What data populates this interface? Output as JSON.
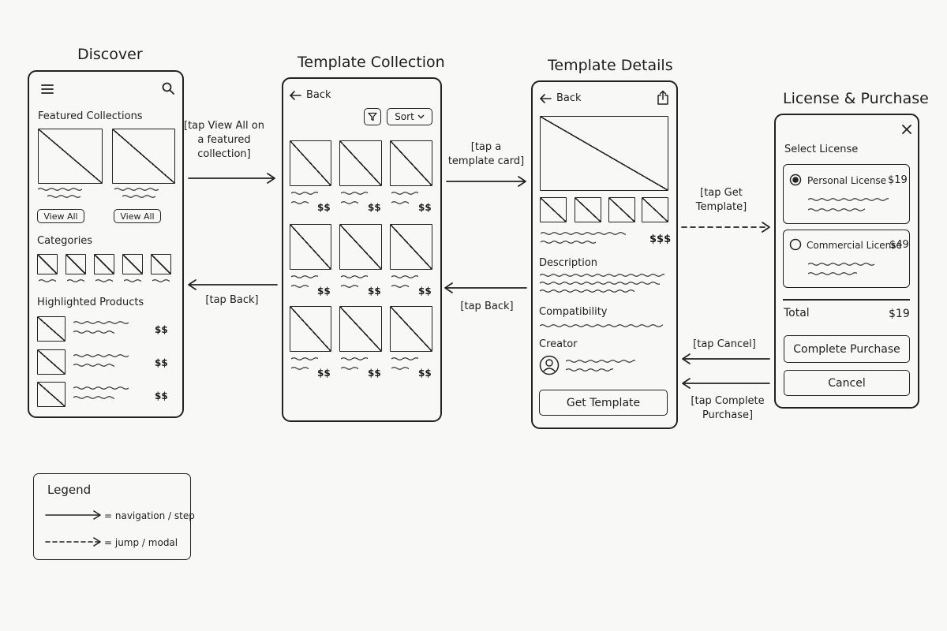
{
  "screens": {
    "discover": {
      "title": "Discover",
      "featured_label": "Featured Collections",
      "view_all_label": "View All",
      "categories_label": "Categories",
      "highlighted_label": "Highlighted Products",
      "product_prices": [
        "$$",
        "$$",
        "$$"
      ]
    },
    "collection": {
      "title": "Template Collection",
      "back_label": "Back",
      "sort_label": "Sort",
      "card_price": "$$"
    },
    "details": {
      "title": "Template Details",
      "back_label": "Back",
      "price": "$$$",
      "description_label": "Description",
      "compatibility_label": "Compatibility",
      "creator_label": "Creator",
      "cta_label": "Get Template"
    },
    "purchase": {
      "title": "License & Purchase",
      "select_label": "Select License",
      "options": [
        {
          "name": "Personal License",
          "price": "$19",
          "selected": true
        },
        {
          "name": "Commercial License",
          "price": "$49",
          "selected": false
        }
      ],
      "total_label": "Total",
      "total_value": "$19",
      "complete_label": "Complete Purchase",
      "cancel_label": "Cancel"
    }
  },
  "transitions": [
    {
      "from": "Discover",
      "to": "Template Collection",
      "label": "[tap View All on a featured collection]",
      "style": "solid"
    },
    {
      "from": "Template Collection",
      "to": "Discover",
      "label": "[tap Back]",
      "style": "solid"
    },
    {
      "from": "Template Collection",
      "to": "Template Details",
      "label": "[tap a template card]",
      "style": "solid"
    },
    {
      "from": "Template Details",
      "to": "Template Collection",
      "label": "[tap Back]",
      "style": "solid"
    },
    {
      "from": "Template Details",
      "to": "License & Purchase",
      "label": "[tap Get Template]",
      "style": "dashed"
    },
    {
      "from": "License & Purchase",
      "to": "Template Details",
      "label": "[tap Cancel]",
      "style": "solid"
    },
    {
      "from": "License & Purchase",
      "to": "Template Details",
      "label": "[tap Complete Purchase]",
      "style": "solid"
    }
  ],
  "legend": {
    "title": "Legend",
    "items": [
      {
        "style": "solid",
        "text": "= navigation / step"
      },
      {
        "style": "dashed",
        "text": "= jump / modal"
      }
    ]
  }
}
